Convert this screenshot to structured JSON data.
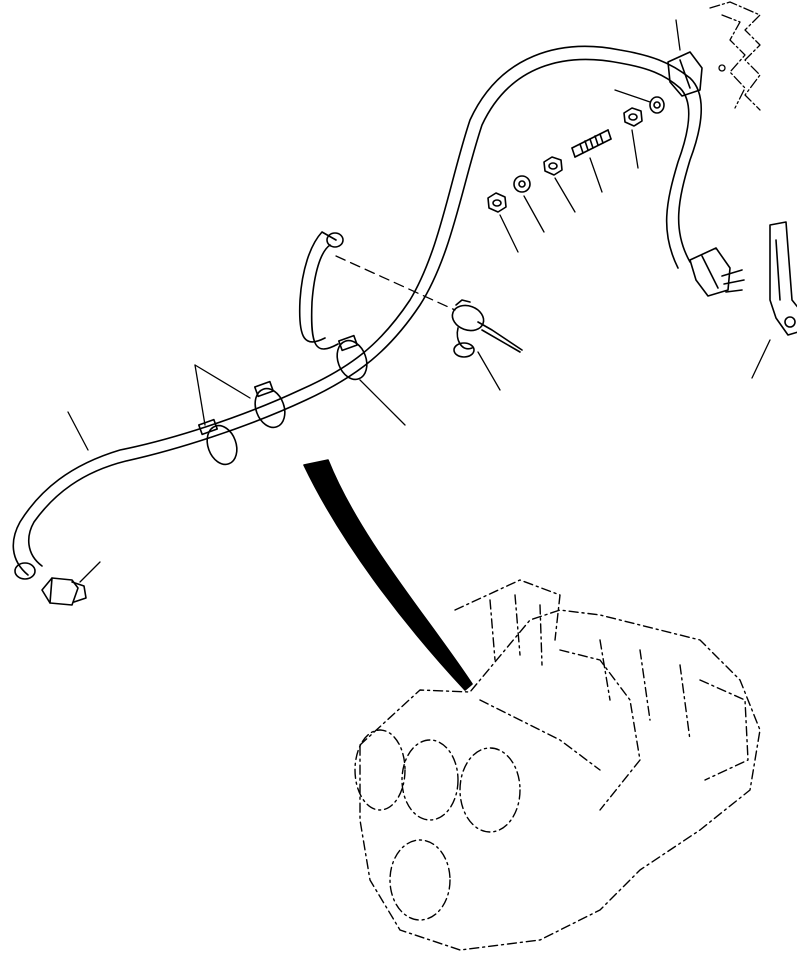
{
  "diagram": {
    "type": "parts-exploded-view",
    "labels": [],
    "colors": {
      "background": "#ffffff",
      "line": "#000000",
      "callout_band": "#000000"
    },
    "parts": [
      "heater-hose",
      "connector-plug",
      "clip",
      "clamp",
      "wire-harness-clamp",
      "element-heater",
      "nut",
      "washer",
      "stud",
      "plug-adapter",
      "strap-bracket",
      "engine-block-phantom"
    ]
  }
}
